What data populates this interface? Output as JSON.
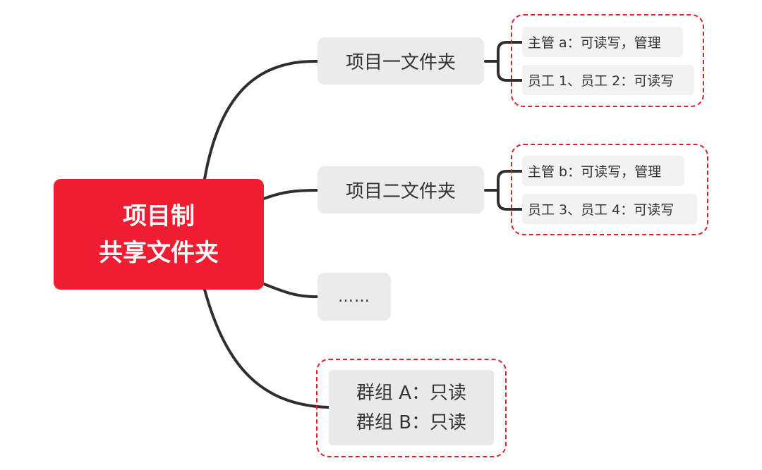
{
  "colors": {
    "root_fill": "#ee1d32",
    "connector": "#2e2e2e",
    "dashed_border": "#d8202a",
    "branch_fill": "#ebebeb",
    "leaf_fill": "#f2f2f2"
  },
  "root": {
    "line1": "项目制",
    "line2": "共享文件夹"
  },
  "branches": [
    {
      "label": "项目一文件夹",
      "permissions": [
        "主管 a：可读写，管理",
        "员工 1、员工 2：可读写"
      ]
    },
    {
      "label": "项目二文件夹",
      "permissions": [
        "主管 b：可读写，管理",
        "员工 3、员工 4：可读写"
      ]
    },
    {
      "label": "……"
    }
  ],
  "groups": {
    "line1": "群组 A：只读",
    "line2": "群组 B：只读"
  }
}
